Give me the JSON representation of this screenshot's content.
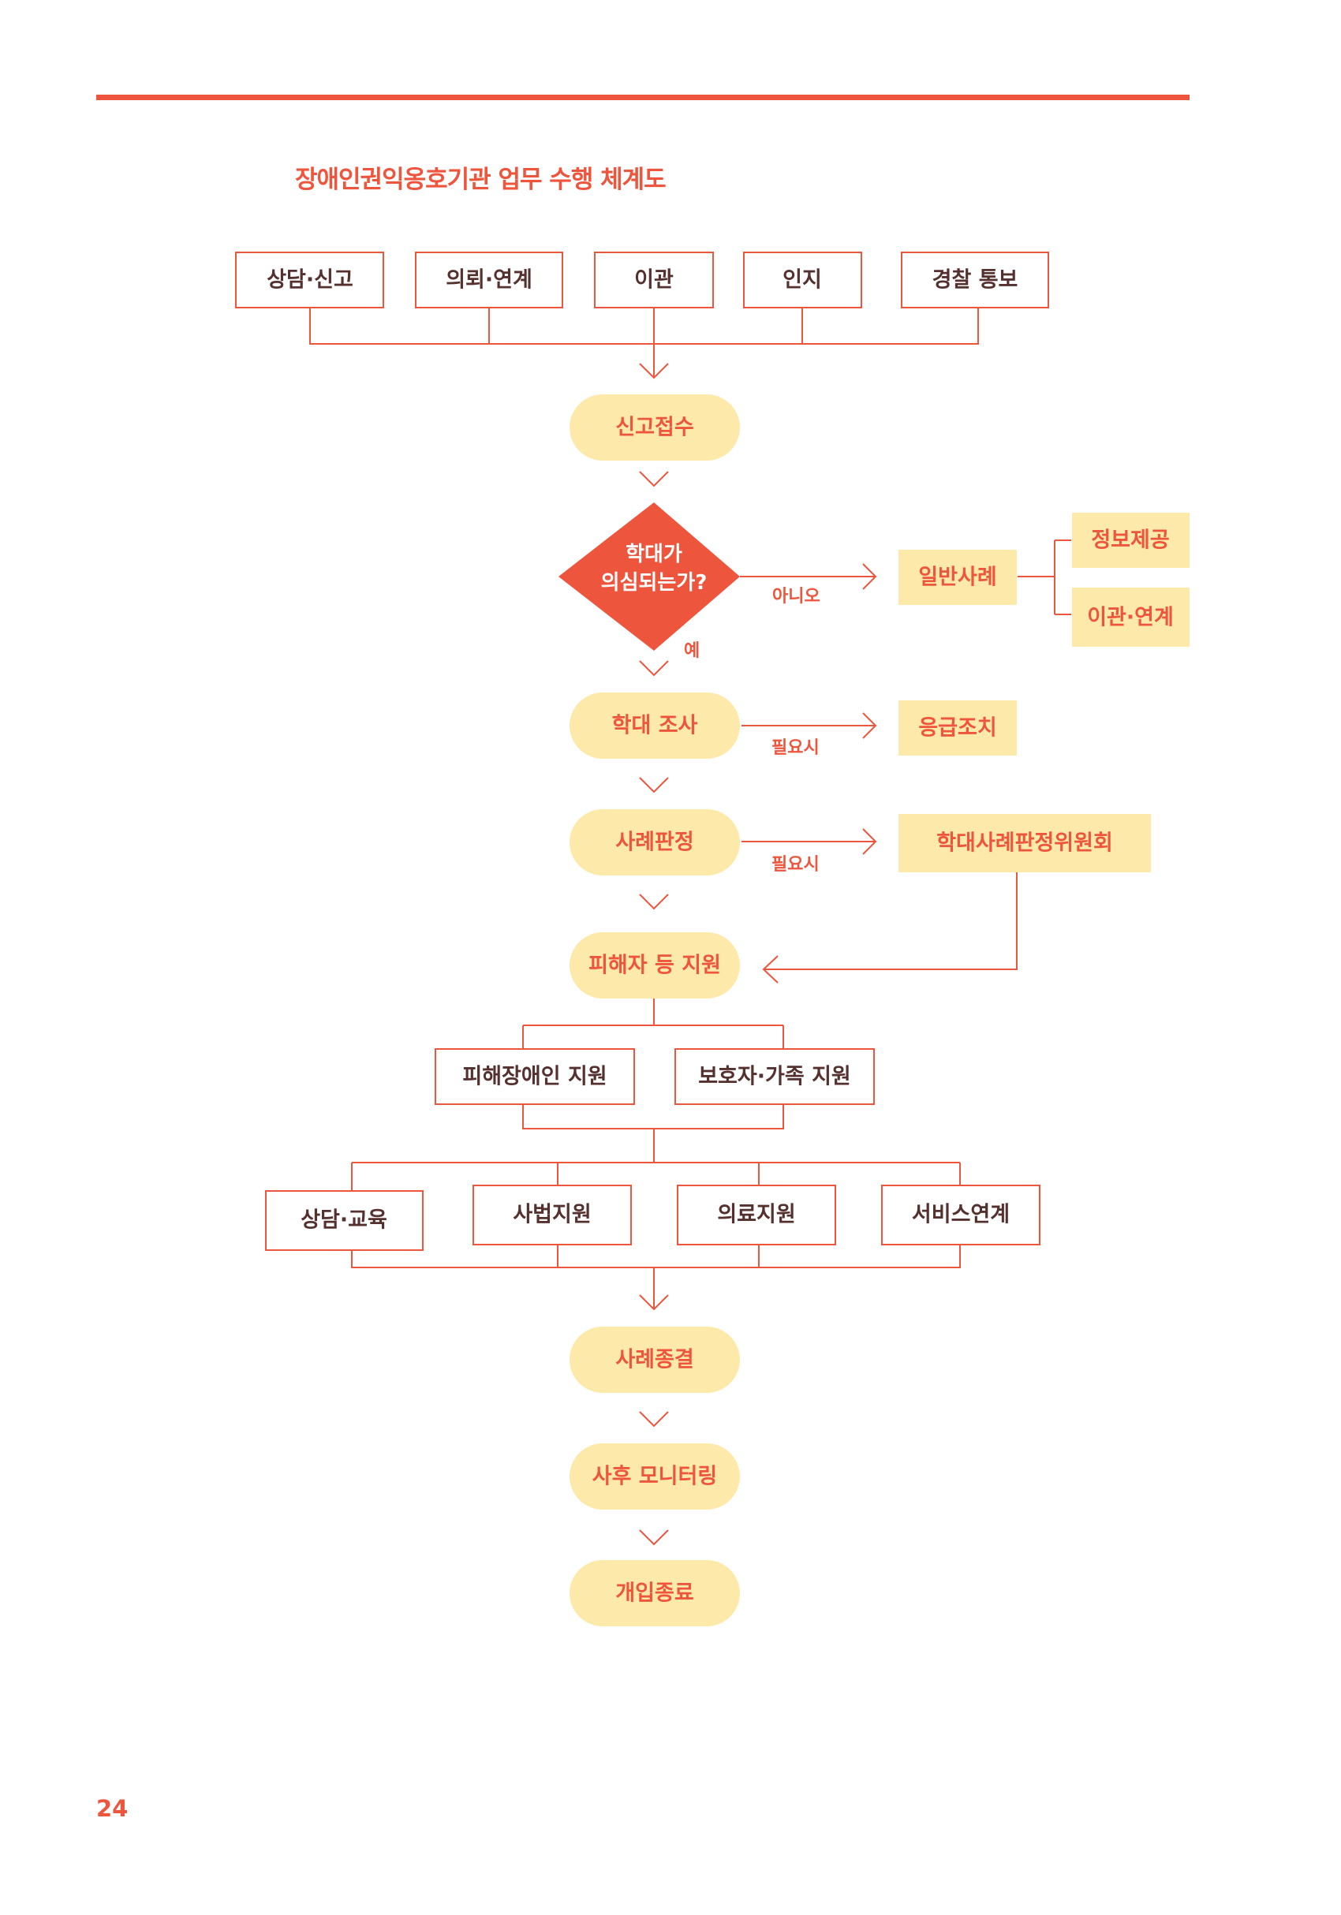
{
  "title": "장애인권익옹호기관 업무 수행 체계도",
  "page_number": "24",
  "colors": {
    "accent": "#ee553d",
    "pill_fill": "#fdeaab",
    "box_text": "#54312e"
  },
  "sources": [
    "상담·신고",
    "의뢰·연계",
    "이관",
    "인지",
    "경찰 통보"
  ],
  "steps": {
    "report_intake": "신고접수",
    "investigation": "학대 조사",
    "case_judgment": "사례판정",
    "victim_support": "피해자 등 지원",
    "case_closure": "사례종결",
    "monitoring": "사후 모니터링",
    "end": "개입종료"
  },
  "decision": {
    "line1": "학대가",
    "line2": "의심되는가?",
    "yes": "예",
    "no": "아니오"
  },
  "general_case": {
    "label": "일반사례",
    "options": [
      "정보제공",
      "이관·연계"
    ]
  },
  "emergency": {
    "label": "응급조치",
    "condition": "필요시"
  },
  "committee": {
    "label": "학대사례판정위원회",
    "condition": "필요시"
  },
  "support_targets": [
    "피해장애인 지원",
    "보호자·가족 지원"
  ],
  "support_types": [
    "상담·교육",
    "사법지원",
    "의료지원",
    "서비스연계"
  ]
}
